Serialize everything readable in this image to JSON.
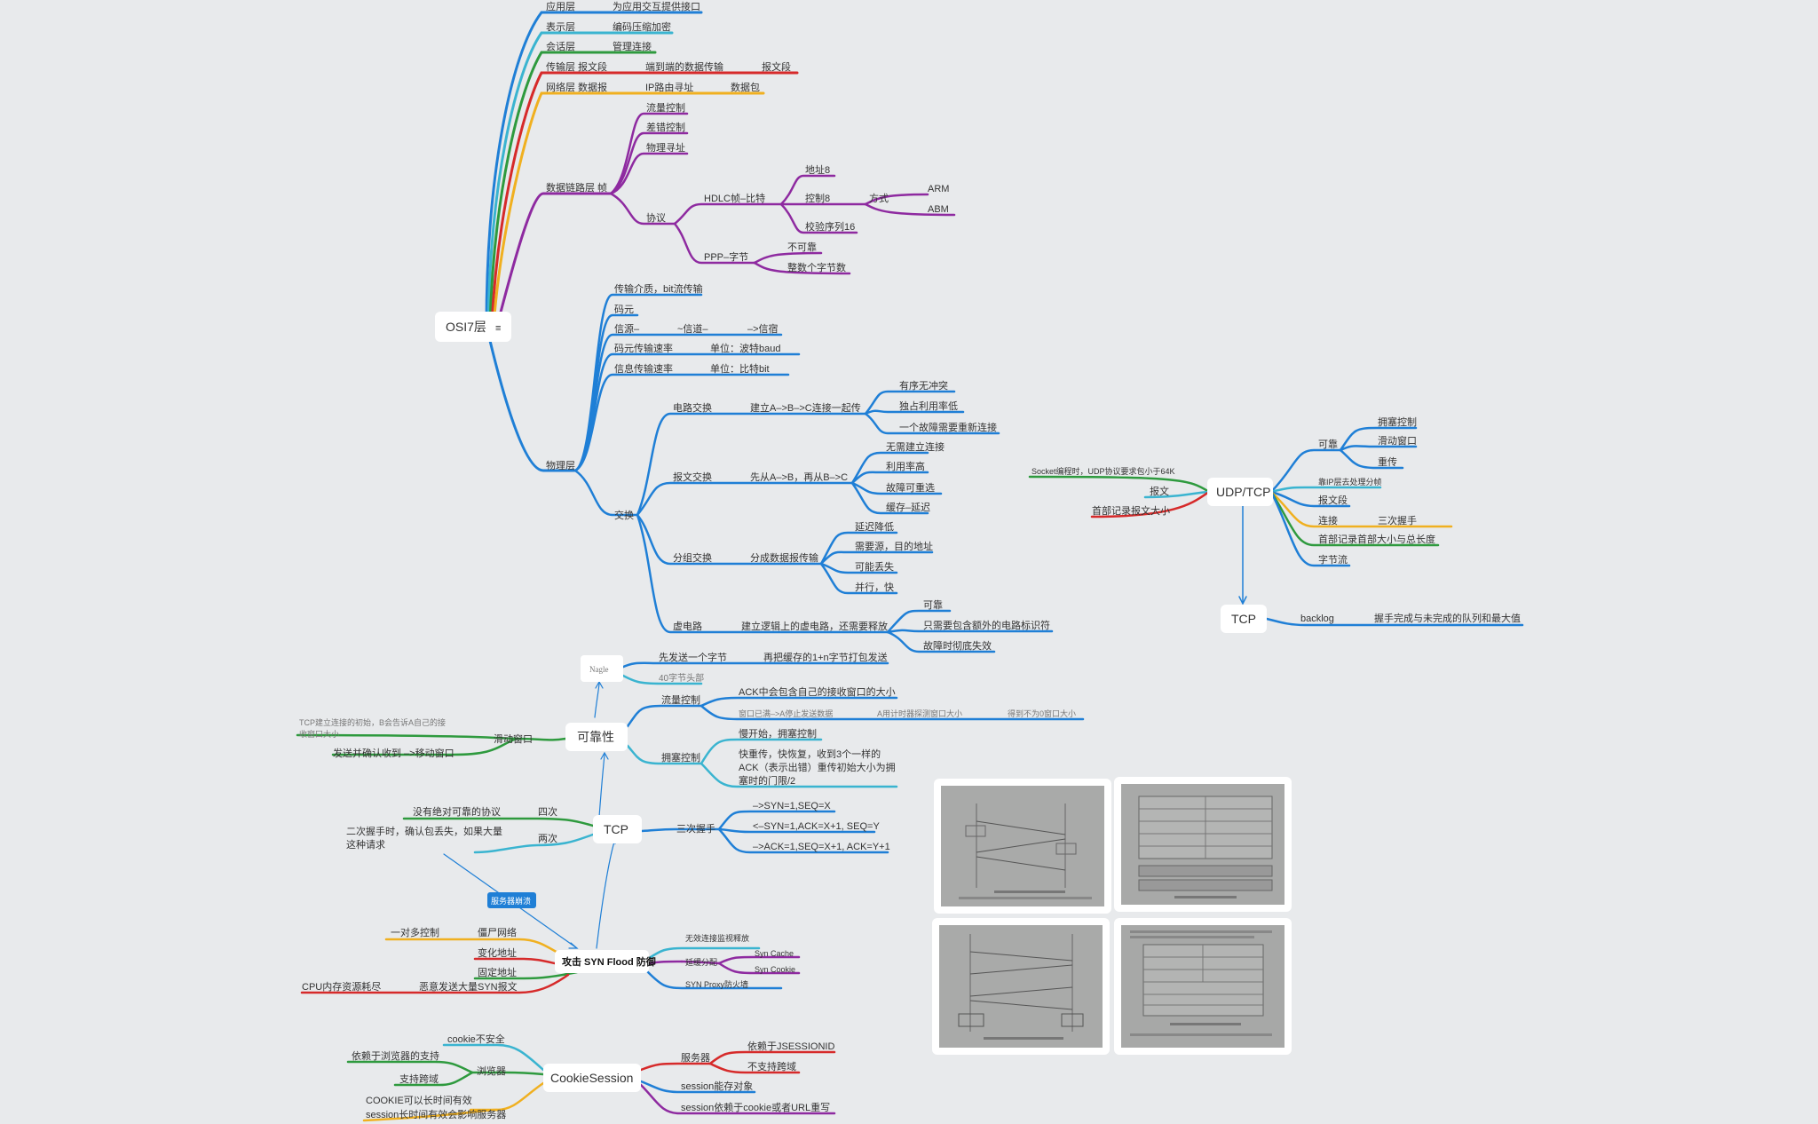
{
  "colors": {
    "blue": "#1f7fd6",
    "cyan": "#3ab4d0",
    "green": "#2e9a3e",
    "red": "#d62a2a",
    "orange": "#f0b020",
    "purple": "#8e2aa0",
    "gray": "#555"
  },
  "osi": {
    "root": "OSI7层",
    "app": {
      "label": "应用层",
      "desc": "为应用交互提供接口"
    },
    "pres": {
      "label": "表示层",
      "desc": "编码压缩加密"
    },
    "sess": {
      "label": "会话层",
      "desc": "管理连接"
    },
    "trans": {
      "label": "传输层 报文段",
      "desc": "端到端的数据传输",
      "extra": "报文段"
    },
    "net": {
      "label": "网络层 数据报",
      "desc": "IP路由寻址",
      "extra": "数据包"
    },
    "link": {
      "label": "数据链路层 帧",
      "flow": "流量控制",
      "err": "差错控制",
      "phy_addr": "物理寻址",
      "proto": "协议",
      "hdlc": "HDLC帧–比特",
      "addr8": "地址8",
      "ctrl8": "控制8",
      "mode": "方式",
      "arm": "ARM",
      "abm": "ABM",
      "check16": "校验序列16",
      "ppp": "PPP–字节",
      "unreliable": "不可靠",
      "whole_bytes": "整数个字节数"
    },
    "phys": {
      "label": "物理层",
      "medium": "传输介质，bit流传输",
      "symbol": "码元",
      "source": "信源–",
      "channel": "~信道–",
      "sink": "–>信宿",
      "baud_rate": "码元传输速率",
      "baud_unit": "单位：波特baud",
      "bit_rate": "信息传输速率",
      "bit_unit": "单位：比特bit",
      "switching": "交换",
      "circuit": "电路交换",
      "circuit_desc": "建立A–>B–>C连接一起传",
      "c1": "有序无冲突",
      "c2": "独占利用率低",
      "c3": "一个故障需要重新连接",
      "message": "报文交换",
      "message_desc": "先从A–>B，再从B–>C",
      "m1": "无需建立连接",
      "m2": "利用率高",
      "m3": "故障可重选",
      "m4": "缓存–延迟",
      "packet": "分组交换",
      "packet_desc": "分成数据报传输",
      "p1": "延迟降低",
      "p2": "需要源，目的地址",
      "p3": "可能丢失",
      "p4": "并行，快",
      "virtual": "虚电路",
      "virtual_desc": "建立逻辑上的虚电路，还需要释放",
      "v1": "可靠",
      "v2": "只需要包含额外的电路标识符",
      "v3": "故障时彻底失效"
    }
  },
  "udp": {
    "root": "UDP/TCP",
    "socket": "Socket编程时，UDP协议要求包小于64K",
    "msg": "报文",
    "head": "首部记录报文大小",
    "reliable": "可靠",
    "congestion": "拥塞控制",
    "sliding": "滑动窗口",
    "retrans": "重传",
    "ip_split": "靠IP层去处理分帧",
    "segment": "报文段",
    "connect": "连接",
    "handshake": "三次握手",
    "header_len": "首部记录首部大小与总长度",
    "stream": "字节流",
    "tcp": "TCP",
    "backlog": "backlog",
    "backlog_desc": "握手完成与未完成的队列和最大值"
  },
  "tcp": {
    "root": "TCP",
    "reliability": "可靠性",
    "nagle": "Nagle",
    "nagle1": "先发送一个字节",
    "nagle1b": "再把缓存的1+n字节打包发送",
    "nagle2": "40字节头部",
    "flow": "流量控制",
    "flow1": "ACK中会包含自己的接收窗口的大小",
    "flow2": "窗口已满–>A停止发送数据",
    "flow2b": "A用计时器探测窗口大小",
    "flow2c": "得到不为0窗口大小",
    "cong": "拥塞控制",
    "cong1": "慢开始，拥塞控制",
    "cong2a": "快重传，快恢复，收到3个一样的",
    "cong2b": "ACK（表示出错）重传初始大小为拥",
    "cong2c": "塞时的门限/2",
    "slide": "滑动窗口",
    "slide1a": "TCP建立连接的初始，B会告诉A自己的接",
    "slide1b": "收窗口大小",
    "slide2": "发送并确认收到 –>移动窗口",
    "three": "三次握手",
    "s1": "–>SYN=1,SEQ=X",
    "s2": "<–SYN=1,ACK=X+1, SEQ=Y",
    "s3": "–>ACK=1,SEQ=X+1, ACK=Y+1",
    "four": "四次",
    "four_desc": "没有绝对可靠的协议",
    "two": "两次",
    "two_a": "二次握手时，确认包丢失，如果大量",
    "two_b": "这种请求",
    "crash": "服务器崩溃"
  },
  "syn": {
    "root": "攻击 SYN Flood 防御",
    "zombie": "僵尸网络",
    "one_many": "一对多控制",
    "change_addr": "变化地址",
    "fixed_addr": "固定地址",
    "malicious": "恶意发送大量SYN报文",
    "cpu": "CPU内存资源耗尽",
    "invalid": "无效连接监视释放",
    "delay": "延缓分配",
    "cache": "Syn Cache",
    "cookie": "Syn Cookie",
    "proxy": "SYN Proxy防火墙"
  },
  "cs": {
    "root": "CookieSession",
    "cookie_unsafe": "cookie不安全",
    "browser": "浏览器",
    "rely_browser": "依赖于浏览器的支持",
    "cross": "支持跨域",
    "cookie_long": "COOKIE可以长时间有效",
    "sess_long": "session长时间有效会影响服务器",
    "server": "服务器",
    "jsession": "依赖于JSESSIONID",
    "no_cross": "不支持跨域",
    "sess_obj": "session能存对象",
    "sess_rely": "session依赖于cookie或者URL重写"
  }
}
